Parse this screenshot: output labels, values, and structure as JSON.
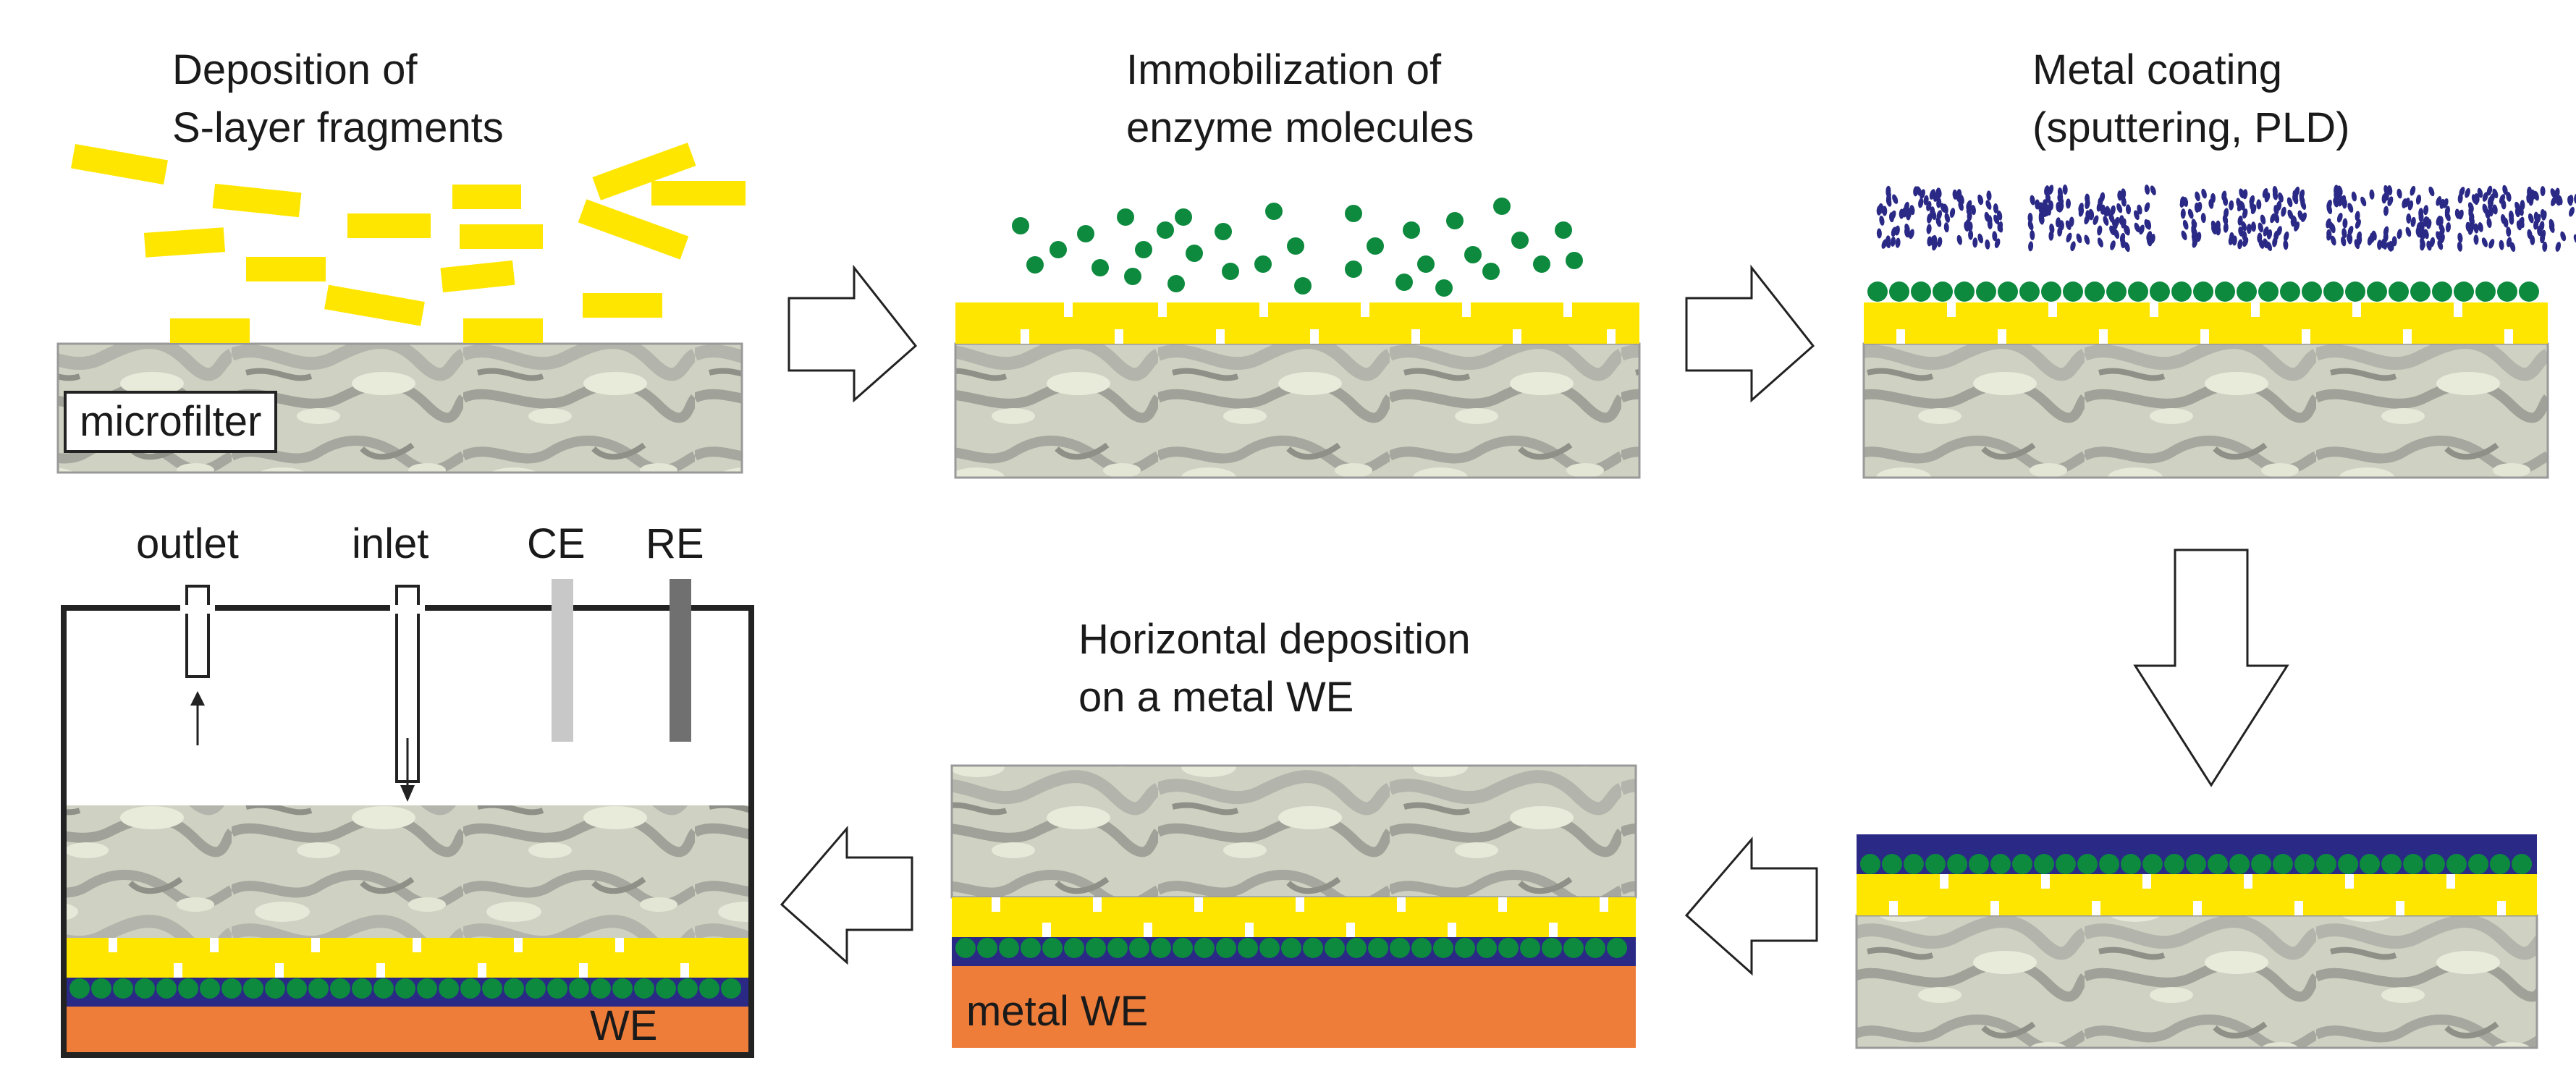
{
  "steps": {
    "deposition": {
      "line1": "Deposition of",
      "line2": "S-layer fragments",
      "substrate_label": "microfilter"
    },
    "immobilization": {
      "line1": "Immobilization of",
      "line2": "enzyme molecules"
    },
    "coating": {
      "line1": "Metal coating",
      "line2": "(sputtering, PLD)"
    },
    "horizontal": {
      "line1": "Horizontal deposition",
      "line2": "on a metal WE",
      "electrode_label": "metal WE"
    },
    "cell": {
      "outlet": "outlet",
      "inlet": "inlet",
      "ce": "CE",
      "re": "RE",
      "we": "WE"
    }
  },
  "colors": {
    "s_layer": "#ffe600",
    "enzyme": "#0d8a3e",
    "metal": "#2a2a86",
    "electrode": "#ef7d3a",
    "filter_base": "#cfd2c2",
    "ce_electrode": "#c8c8c8",
    "re_electrode": "#707070"
  }
}
